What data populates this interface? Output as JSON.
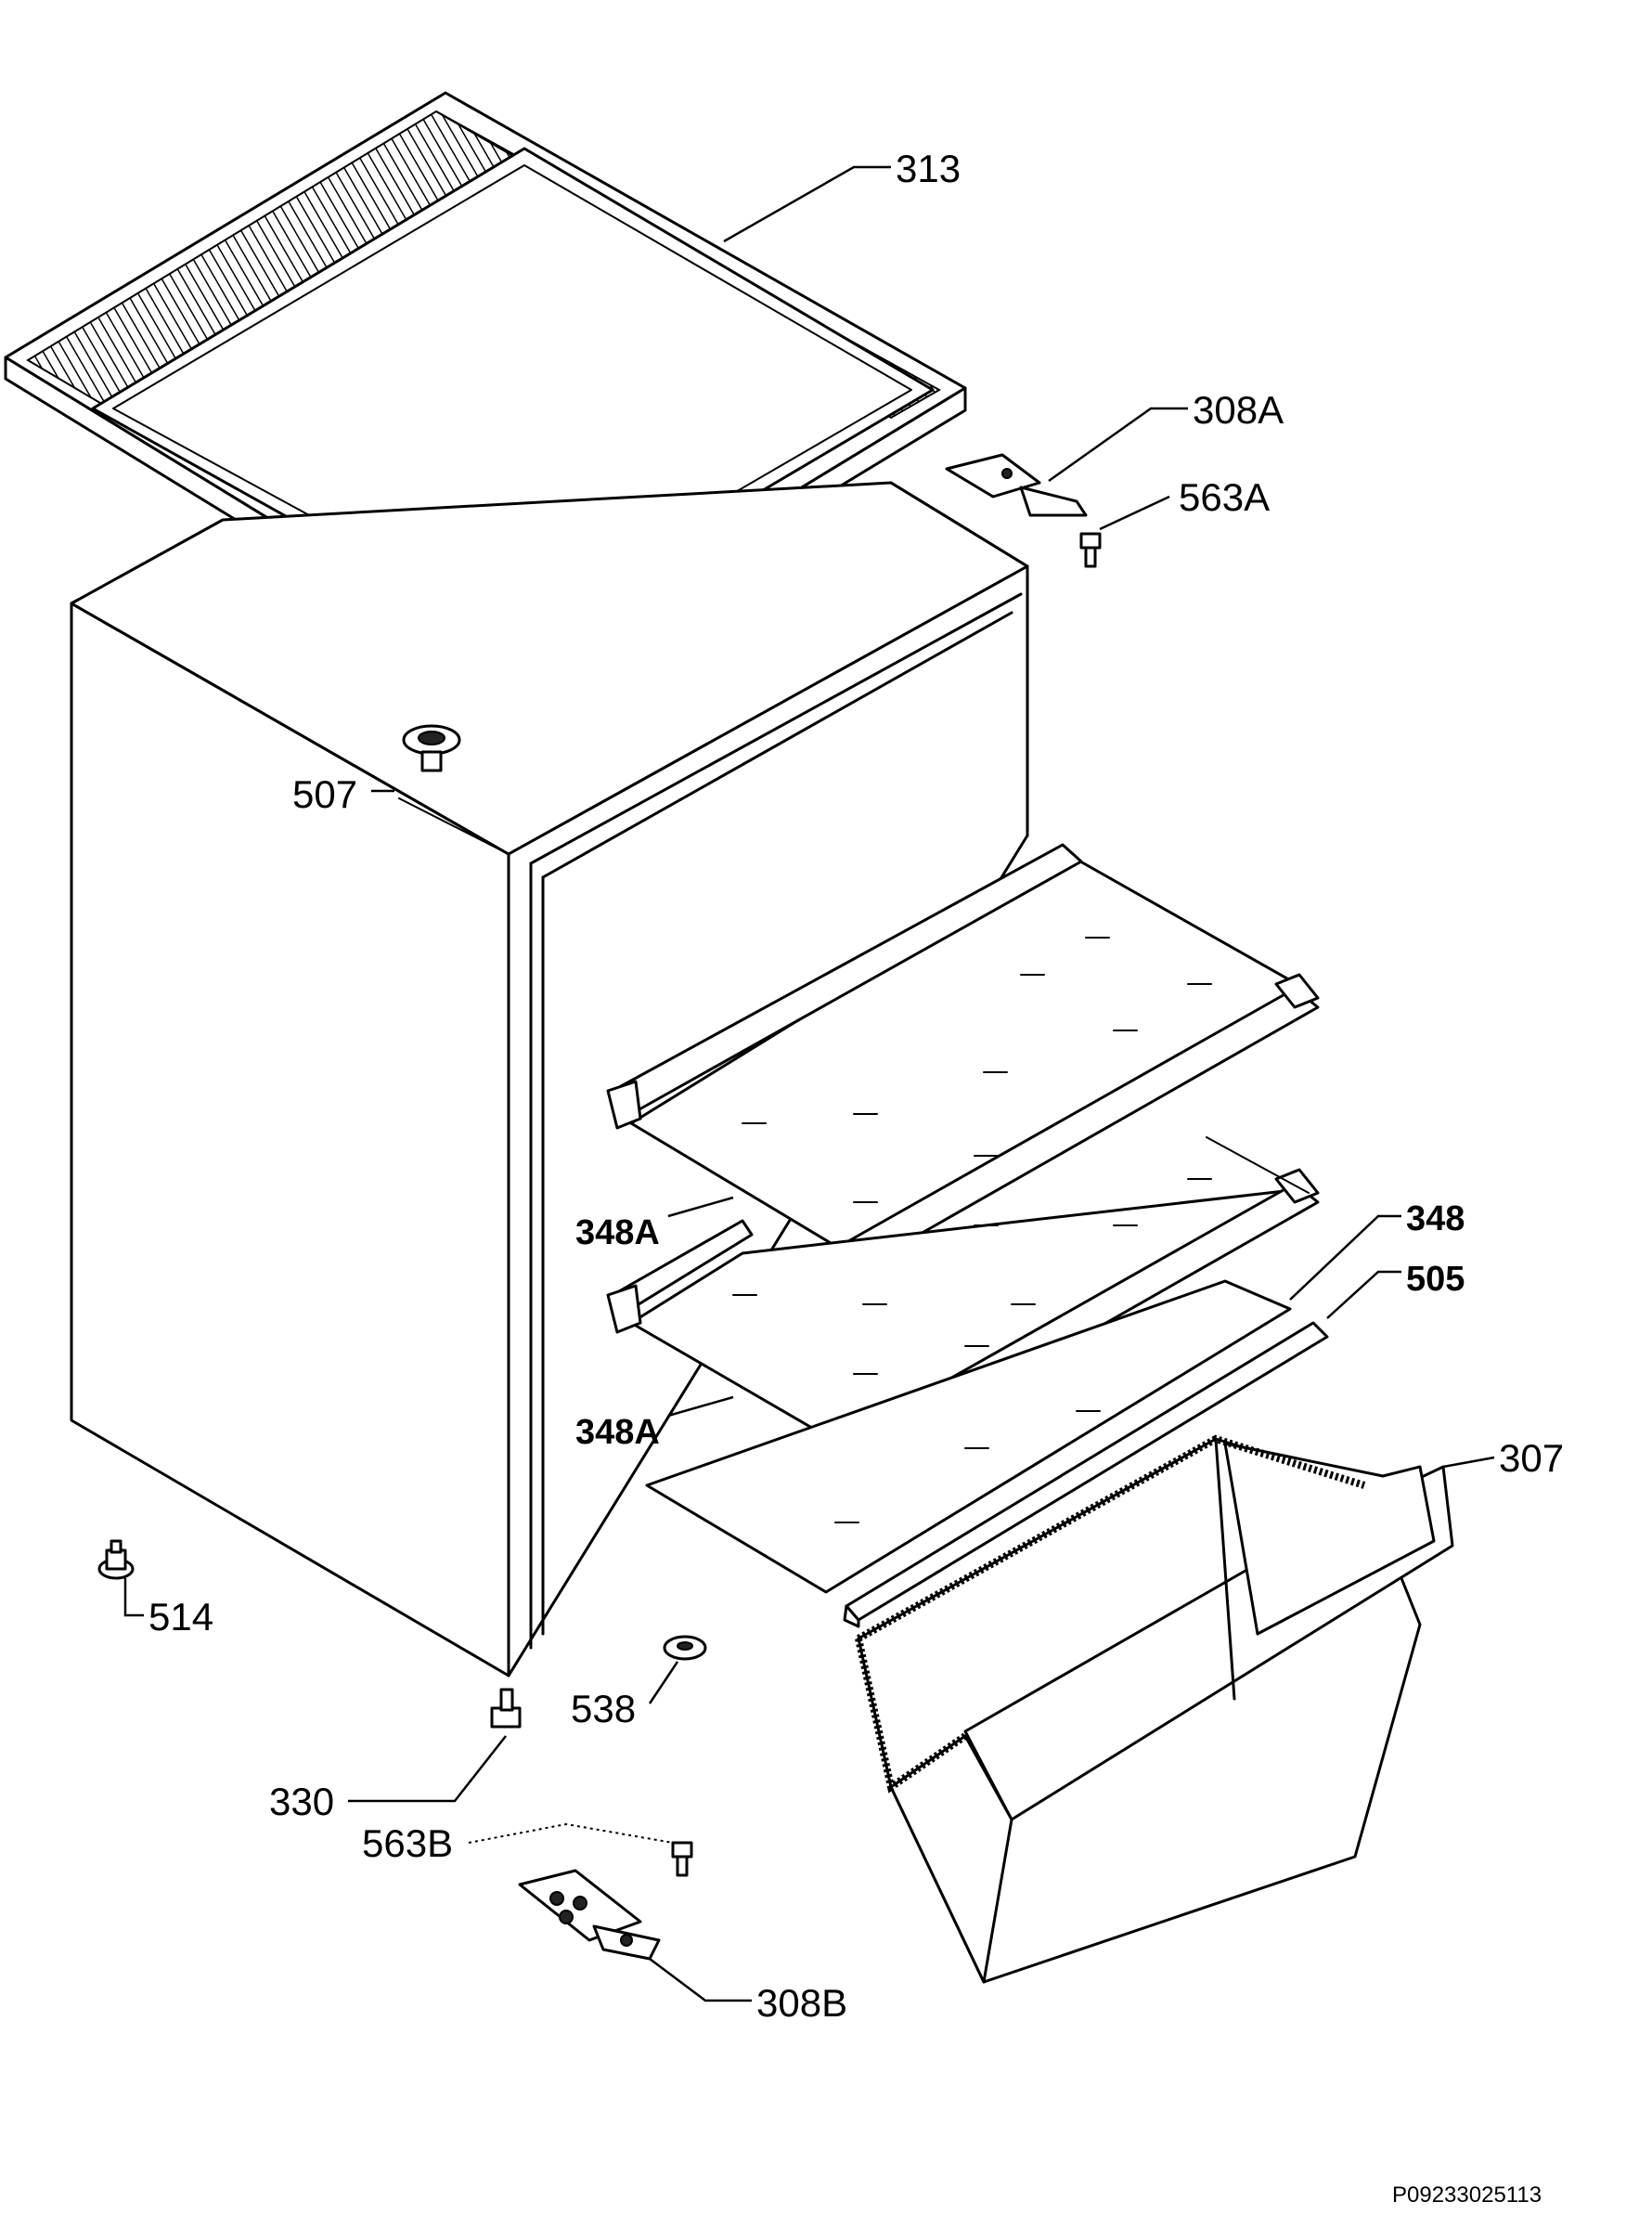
{
  "diagram": {
    "labels": {
      "p313": "313",
      "p308A": "308A",
      "p563A": "563A",
      "p507": "507",
      "p348A_1": "348A",
      "p348": "348",
      "p505": "505",
      "p348A_2": "348A",
      "p307": "307",
      "p514": "514",
      "p538": "538",
      "p330": "330",
      "p563B": "563B",
      "p308B": "308B"
    },
    "drawing_code": "P09233025113"
  }
}
